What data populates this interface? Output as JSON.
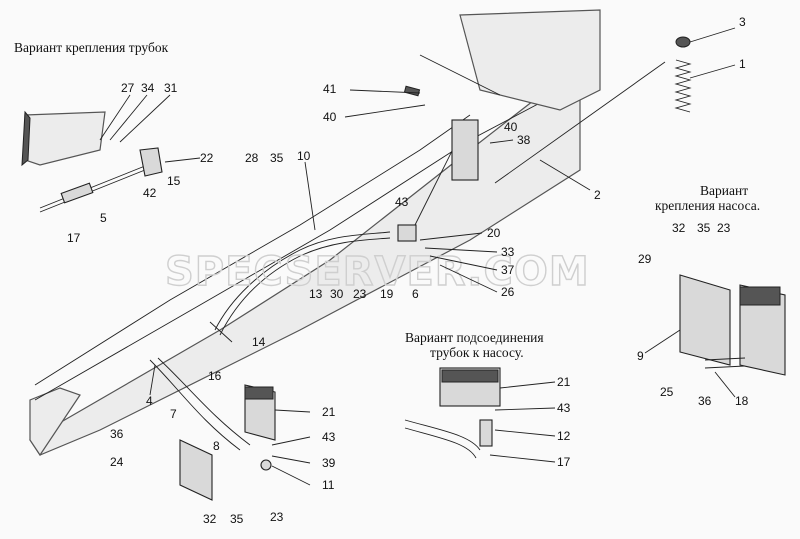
{
  "captions": {
    "tube_mount": "Вариант крепления трубок",
    "pump_mount_line1": "Вариант",
    "pump_mount_line2": "крепления насоса.",
    "pump_connect_line1": "Вариант подсоединения",
    "pump_connect_line2": "трубок к насосу."
  },
  "watermark": "SPECSERVER.COM",
  "callouts": {
    "n3": "3",
    "n1": "1",
    "n2": "2",
    "n41": "41",
    "n40a": "40",
    "n40b": "40",
    "n38": "38",
    "n27": "27",
    "n34": "34",
    "n31": "31",
    "n22": "22",
    "n15": "15",
    "n42": "42",
    "n5": "5",
    "n17a": "17",
    "n28": "28",
    "n35a": "35",
    "n10": "10",
    "n43a": "43",
    "n20": "20",
    "n33": "33",
    "n37": "37",
    "n26": "26",
    "n13": "13",
    "n30": "30",
    "n23a": "23",
    "n19": "19",
    "n6": "6",
    "n14": "14",
    "n4": "4",
    "n32a": "32",
    "n35b": "35",
    "n23b": "23",
    "n29": "29",
    "n9": "9",
    "n25": "25",
    "n36a": "36",
    "n18": "18",
    "n21a": "21",
    "n43b": "43",
    "n12": "12",
    "n17b": "17",
    "n16": "16",
    "n7": "7",
    "n8": "8",
    "n21b": "21",
    "n43c": "43",
    "n36b": "36",
    "n39": "39",
    "n24": "24",
    "n11": "11",
    "n32b": "32",
    "n35c": "35",
    "n23c": "23"
  }
}
